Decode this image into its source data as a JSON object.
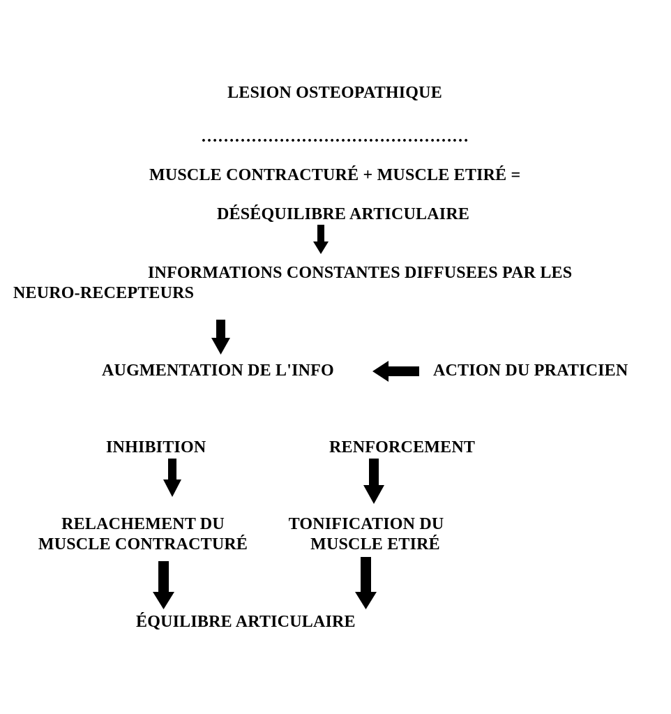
{
  "title": "LESION OSTEOPATHIQUE",
  "separator": "…………………………………………",
  "equation": "MUSCLE CONTRACTURÉ + MUSCLE ETIRÉ =",
  "imbalance": "DÉSÉQUILIBRE ARTICULAIRE",
  "info_line1": "INFORMATIONS CONSTANTES DIFFUSEES PAR LES",
  "info_line2": "NEURO-RECEPTEURS",
  "augmentation": "AUGMENTATION DE L'INFO",
  "practitioner": "ACTION DU PRATICIEN",
  "inhibition": "INHIBITION",
  "reinforcement": "RENFORCEMENT",
  "relax_line1": "RELACHEMENT DU",
  "relax_line2": "MUSCLE CONTRACTURÉ",
  "tone_line1": "TONIFICATION DU",
  "tone_line2": "MUSCLE ETIRÉ",
  "balance": "ÉQUILIBRE ARTICULAIRE",
  "colors": {
    "text": "#000000",
    "arrow": "#000000",
    "background": "#ffffff"
  }
}
